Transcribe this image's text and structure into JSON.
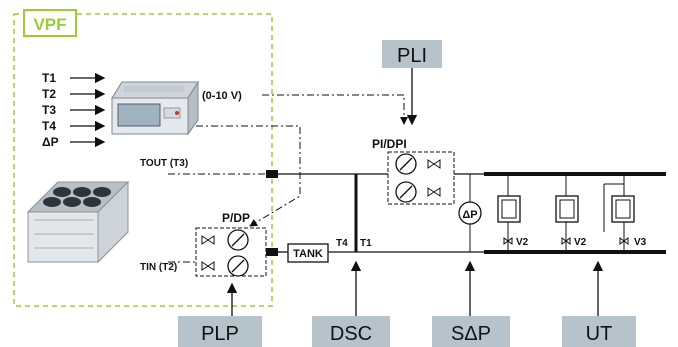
{
  "diagram": {
    "vpf_label": "VPF",
    "inputs": [
      "T1",
      "T2",
      "T3",
      "T4",
      "ΔP"
    ],
    "signal_label": "(0-10 V)",
    "tout_label": "TOUT (T3)",
    "tin_label": "TIN (T2)",
    "pdp_label": "P/DP",
    "pidpi_label": "PI/DPI",
    "tank_label": "TANK",
    "t4_label": "T4",
    "t1_label": "T1",
    "dp_sensor_label": "ΔP",
    "valves": [
      "V2",
      "V2",
      "V3"
    ],
    "callouts": {
      "pli": "PLI",
      "plp": "PLP",
      "dsc": "DSC",
      "sdp": "SΔP",
      "ut": "UT"
    },
    "colors": {
      "vpf_border": "#9acd32",
      "vpf_text": "#9acd32",
      "callout_fill": "#b7c3cb",
      "line": "#111111"
    }
  }
}
